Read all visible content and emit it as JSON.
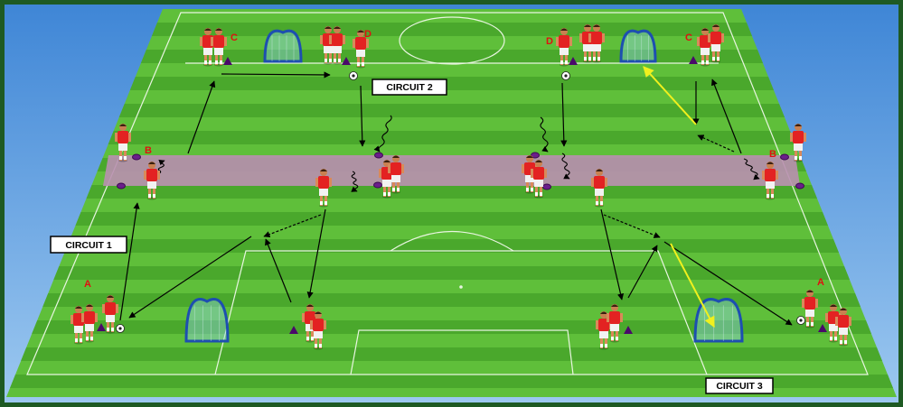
{
  "circuit_labels": {
    "circuit1": "CIRCUIT 1",
    "circuit2": "CIRCUIT 2",
    "circuit3": "CIRCUIT 3"
  },
  "station_letters": {
    "a": "A",
    "b": "B",
    "c": "C",
    "d": "D"
  },
  "colors": {
    "border": "#1e5a23",
    "sky": "#5aa0e6",
    "grass_light": "#5fbf3a",
    "grass_dark": "#4aa82c",
    "channel": "#b98fb0",
    "goal_frame": "#1d4fb0",
    "cone": "#4a0a6a",
    "letter": "#e01010",
    "pass_arrow": "#000000",
    "highlight_arrow": "#f0f01e"
  }
}
